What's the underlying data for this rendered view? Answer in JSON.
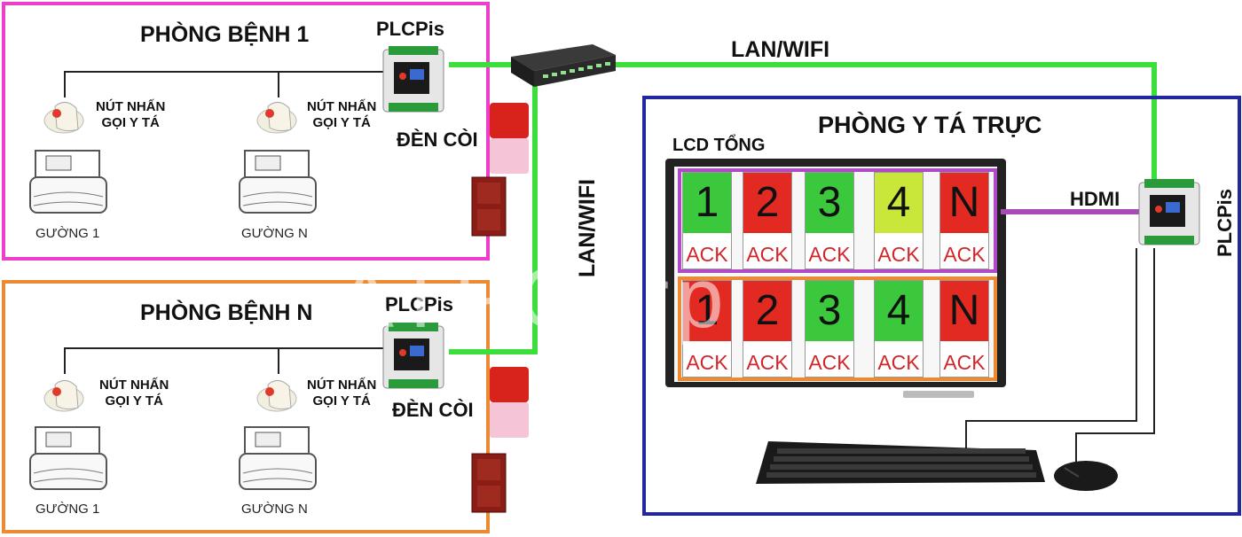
{
  "rooms": [
    {
      "title": "PHÒNG BỆNH 1",
      "plc_label": "PLCPis",
      "buttons": [
        {
          "label_line1": "NÚT NHẤN",
          "label_line2": "GỌI Y TÁ"
        },
        {
          "label_line1": "NÚT NHẤN",
          "label_line2": "GỌI Y TÁ"
        }
      ],
      "beds": [
        "GƯỜNG 1",
        "GƯỜNG N"
      ],
      "alarm_label": "ĐÈN CÒI"
    },
    {
      "title": "PHÒNG BỆNH N",
      "plc_label": "PLCPis",
      "buttons": [
        {
          "label_line1": "NÚT NHẤN",
          "label_line2": "GỌI Y TÁ"
        },
        {
          "label_line1": "NÚT NHẤN",
          "label_line2": "GỌI Y TÁ"
        }
      ],
      "beds": [
        "GƯỜNG 1",
        "GƯỜNG N"
      ],
      "alarm_label": "ĐÈN CÒI"
    }
  ],
  "network": {
    "lan_wifi_top": "LAN/WIFI",
    "lan_wifi_vertical": "LAN/WIFI"
  },
  "nurse_station": {
    "title": "PHÒNG Y TÁ TRỰC",
    "lcd_label": "LCD TỔNG",
    "hdmi_label": "HDMI",
    "plc_label": "PLCPis",
    "lcd_rows": [
      [
        {
          "number": "1",
          "ack": "ACK",
          "color": "#3cc83c"
        },
        {
          "number": "2",
          "ack": "ACK",
          "color": "#e32a22"
        },
        {
          "number": "3",
          "ack": "ACK",
          "color": "#3cc83c"
        },
        {
          "number": "4",
          "ack": "ACK",
          "color": "#c9e63a"
        },
        {
          "number": "N",
          "ack": "ACK",
          "color": "#e32a22"
        }
      ],
      [
        {
          "number": "1",
          "ack": "ACK",
          "color": "#e32a22"
        },
        {
          "number": "2",
          "ack": "ACK",
          "color": "#e32a22"
        },
        {
          "number": "3",
          "ack": "ACK",
          "color": "#3cc83c"
        },
        {
          "number": "4",
          "ack": "ACK",
          "color": "#3cc83c"
        },
        {
          "number": "N",
          "ack": "ACK",
          "color": "#e32a22"
        }
      ]
    ]
  },
  "watermark": "ATPCorp",
  "colors": {
    "room1_border": "#ee3ec9",
    "roomN_border": "#ec8a34",
    "nurse_border": "#2227a0",
    "network_line": "#3bde3b",
    "hdmi_line": "#a64bb6"
  }
}
